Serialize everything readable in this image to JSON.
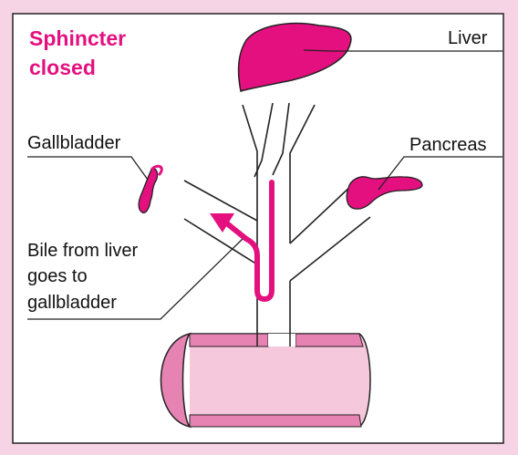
{
  "diagram": {
    "title_line1": "Sphincter",
    "title_line2": "closed",
    "labels": {
      "liver": "Liver",
      "gallbladder": "Gallbladder",
      "pancreas": "Pancreas",
      "bile_line1": "Bile from liver",
      "bile_line2": "goes to",
      "bile_line3": "gallbladder"
    }
  },
  "colors": {
    "accent": "#e4107f",
    "background": "#f7d4e5",
    "panel": "#ffffff",
    "intestine_fill": "#f5c8dc",
    "intestine_wall": "#e783b3"
  }
}
